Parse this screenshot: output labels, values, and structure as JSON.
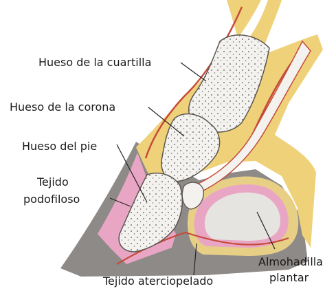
{
  "diagram": {
    "labels": {
      "pastern_bone": "Hueso de la cuartilla",
      "coronet_bone": "Hueso de la corona",
      "coffin_bone": "Hueso del pie",
      "laminar_tissue_line1": "Tejido",
      "laminar_tissue_line2": "podofiloso",
      "velvety_tissue": "Tejido aterciopelado",
      "plantar_cushion_line1": "Almohadilla",
      "plantar_cushion_line2": "plantar"
    },
    "colors": {
      "hoof_wall": "#8e8a88",
      "yellow_tissue": "#efd17a",
      "bone": "#f4f2ee",
      "pink_tissue": "#e9a6c4",
      "red_line": "#c54a3a",
      "cushion": "#e6e4e0"
    }
  }
}
